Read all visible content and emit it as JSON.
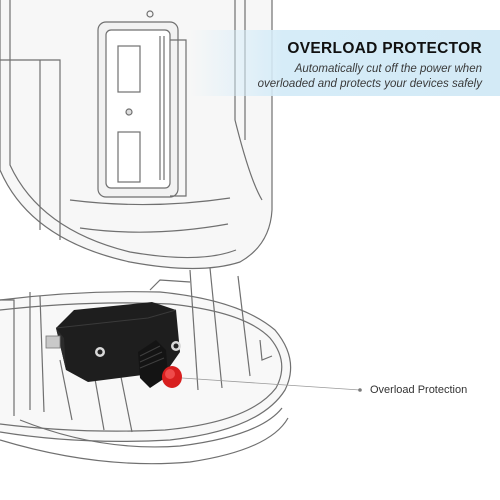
{
  "banner": {
    "title": "OVERLOAD PROTECTOR",
    "description_line1": "Automatically cut off the power when",
    "description_line2": "overloaded and protects your devices safely"
  },
  "callout": {
    "label": "Overload Protection"
  },
  "colors": {
    "banner_background": "#d6ecf8",
    "protector_body": "#1d1d1d",
    "reset_button": "#d81f1f",
    "outline": "#6f6f6f"
  }
}
